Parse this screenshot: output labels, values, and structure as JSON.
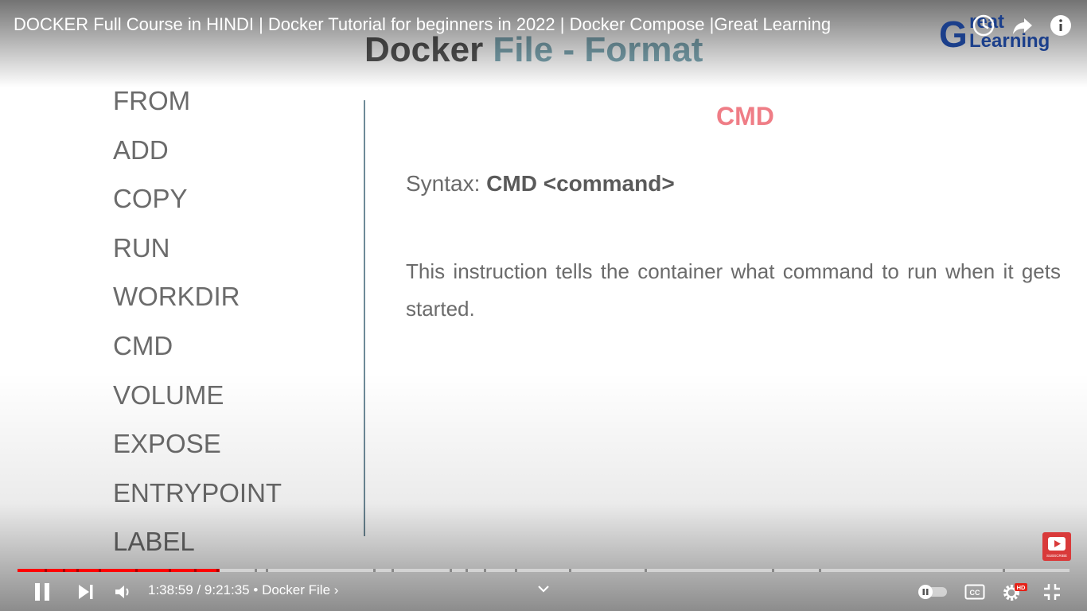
{
  "video": {
    "title": "DOCKER Full Course in HINDI | Docker Tutorial for beginners in 2022 | Docker Compose |Great Learning"
  },
  "logo": {
    "letter": "G",
    "line1": "reat",
    "line2": "Learning",
    "color": "#1b3f8b"
  },
  "slide": {
    "heading_part1": "Docker",
    "heading_part2": "File - Format",
    "instructions": [
      "FROM",
      "ADD",
      "COPY",
      "RUN",
      "WORKDIR",
      "CMD",
      "VOLUME",
      "EXPOSE",
      "ENTRYPOINT",
      "LABEL"
    ],
    "detail_title": "CMD",
    "syntax_label": "Syntax:",
    "syntax_value": "CMD <command>",
    "description": "This instruction tells the container what command to run when it gets started.",
    "colors": {
      "heading_dark": "#555555",
      "heading_accent": "#7fa9b5",
      "detail_title": "#ef7d86",
      "divider": "#6e8a98"
    }
  },
  "player": {
    "current_time": "1:38:59",
    "separator": " / ",
    "duration": "9:21:35",
    "chapter": "Docker File",
    "chapter_chevron": "›",
    "progress_fraction": 0.192,
    "accent_color": "#ff0000",
    "hd_badge": "HD",
    "subscribe_label": "SUBSCRIBE",
    "icons": {
      "pause": "pause-icon",
      "next": "next-icon",
      "volume": "volume-icon",
      "expand": "chevron-down-icon",
      "autoplay": "autoplay-toggle-icon",
      "captions": "captions-icon",
      "settings": "gear-icon",
      "fullscreen_exit": "exit-fullscreen-icon",
      "watch_later": "clock-icon",
      "share": "share-icon",
      "info": "info-icon"
    }
  }
}
